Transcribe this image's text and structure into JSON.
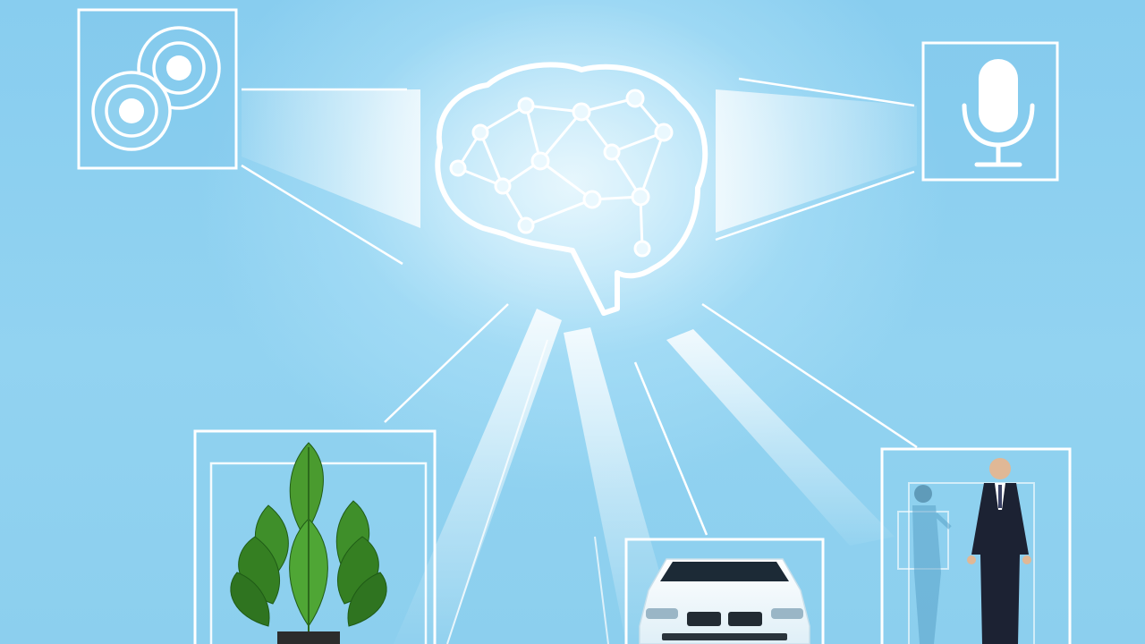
{
  "scene": {
    "palette": {
      "background": "#8dd0f0",
      "glow": "#d6f2fd",
      "line": "#ffffff",
      "leaf": "#3f8f2a",
      "suit": "#1c2233"
    },
    "elements": [
      {
        "kind": "icon",
        "name": "brain-network-icon"
      },
      {
        "kind": "icon",
        "name": "camera-lens-icon"
      },
      {
        "kind": "icon",
        "name": "microphone-icon"
      },
      {
        "kind": "image",
        "name": "plant"
      },
      {
        "kind": "image",
        "name": "car"
      },
      {
        "kind": "image",
        "name": "people"
      }
    ]
  }
}
